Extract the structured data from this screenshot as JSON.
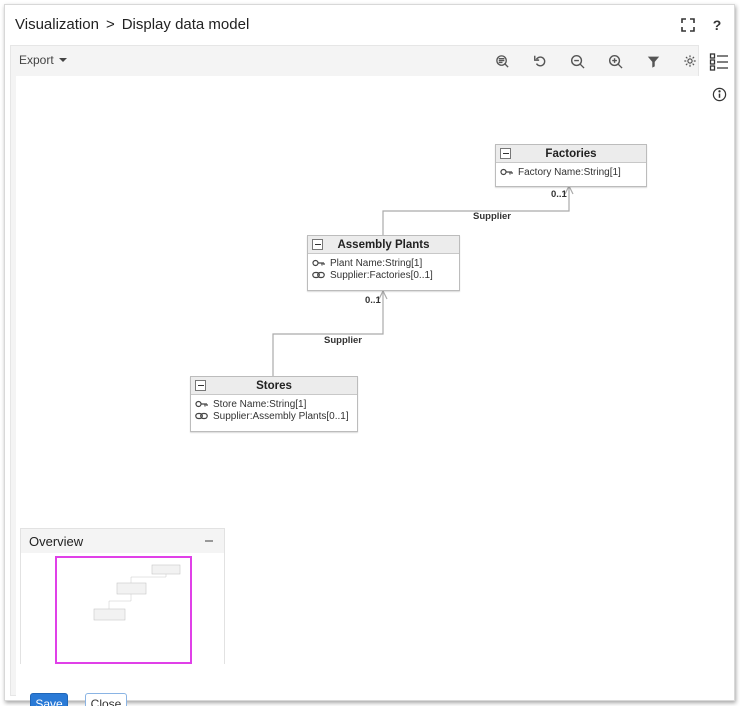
{
  "title": {
    "crumb_parent": "Visualization",
    "separator": ">",
    "crumb_current": "Display data model"
  },
  "window_icons": [
    "fullscreen-icon",
    "help-icon"
  ],
  "help_glyph": "?",
  "toolbar": {
    "export_label": "Export",
    "tools": [
      "layout-icon",
      "undo-icon",
      "zoom-out-icon",
      "zoom-in-icon",
      "filter-icon",
      "settings-icon"
    ]
  },
  "right_rail": [
    "list-view-icon",
    "info-icon"
  ],
  "diagram": {
    "nodes": [
      {
        "id": "factories",
        "title": "Factories",
        "attributes": [
          {
            "icon": "key-icon",
            "text": "Factory Name:String[1]"
          }
        ]
      },
      {
        "id": "assembly_plants",
        "title": "Assembly Plants",
        "attributes": [
          {
            "icon": "key-icon",
            "text": "Plant Name:String[1]"
          },
          {
            "icon": "link-icon",
            "text": "Supplier:Factories[0..1]"
          }
        ]
      },
      {
        "id": "stores",
        "title": "Stores",
        "attributes": [
          {
            "icon": "key-icon",
            "text": "Store Name:String[1]"
          },
          {
            "icon": "link-icon",
            "text": "Supplier:Assembly Plants[0..1]"
          }
        ]
      }
    ],
    "edges": [
      {
        "from": "assembly_plants",
        "to": "factories",
        "label": "Supplier",
        "multiplicity": "0..1"
      },
      {
        "from": "stores",
        "to": "assembly_plants",
        "label": "Supplier",
        "multiplicity": "0..1"
      }
    ]
  },
  "overview": {
    "title": "Overview",
    "viewport_color": "#e040e8"
  },
  "footer": {
    "save_label": "Save",
    "close_label": "Close"
  },
  "colors": {
    "primary": "#2a7ad6",
    "panel_bg": "#f4f4f4"
  }
}
